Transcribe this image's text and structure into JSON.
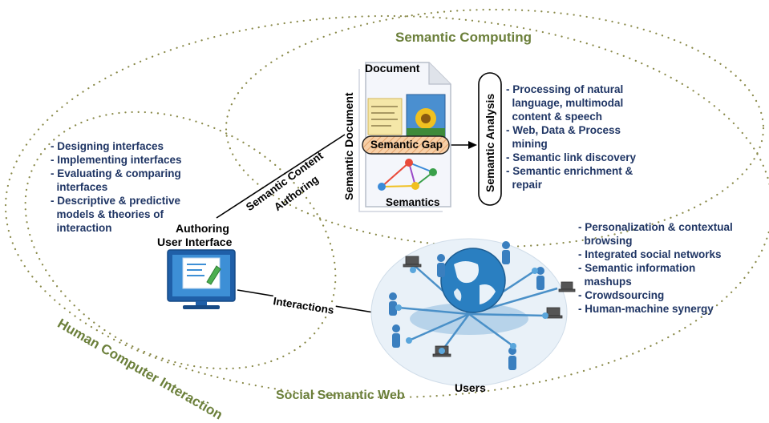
{
  "regions": {
    "semantic_computing": "Semantic Computing",
    "hci": "Human Computer Interaction",
    "social_semantic_web": "Social Semantic Web"
  },
  "hci_items": [
    "- Designing interfaces",
    "- Implementing interfaces",
    "- Evaluating & comparing interfaces",
    "- Descriptive & predictive models & theories of interaction"
  ],
  "hci_lines": [
    "- Designing interfaces",
    "- Implementing interfaces",
    "- Evaluating & comparing",
    "  interfaces",
    "- Descriptive & predictive",
    "  models & theories of",
    "  interaction"
  ],
  "authoring": {
    "line1": "Authoring",
    "line2": "User Interface"
  },
  "semantic_content_authoring": {
    "line1": "Semantic Content",
    "line2": "Authoring"
  },
  "document": {
    "title": "Document",
    "side_label": "Semantic Document",
    "gap": "Semantic Gap",
    "semantics": "Semantics"
  },
  "semantic_analysis": "Semantic Analysis",
  "analysis_lines": [
    "- Processing of natural",
    "  language, multimodal",
    "  content & speech",
    "- Web, Data & Process",
    "  mining",
    "- Semantic link discovery",
    "- Semantic enrichment &",
    "  repair"
  ],
  "web_lines": [
    "- Personalization & contextual",
    "  browsing",
    "- Integrated social networks",
    "- Semantic information",
    "  mashups",
    "- Crowdsourcing",
    "- Human-machine synergy"
  ],
  "interactions": "Interactions",
  "users": "Users",
  "colors": {
    "region_label": "#6b7f3a",
    "list_text": "#1f3564",
    "dots": "#8a8a4a",
    "globe": "#2a7fc1"
  }
}
